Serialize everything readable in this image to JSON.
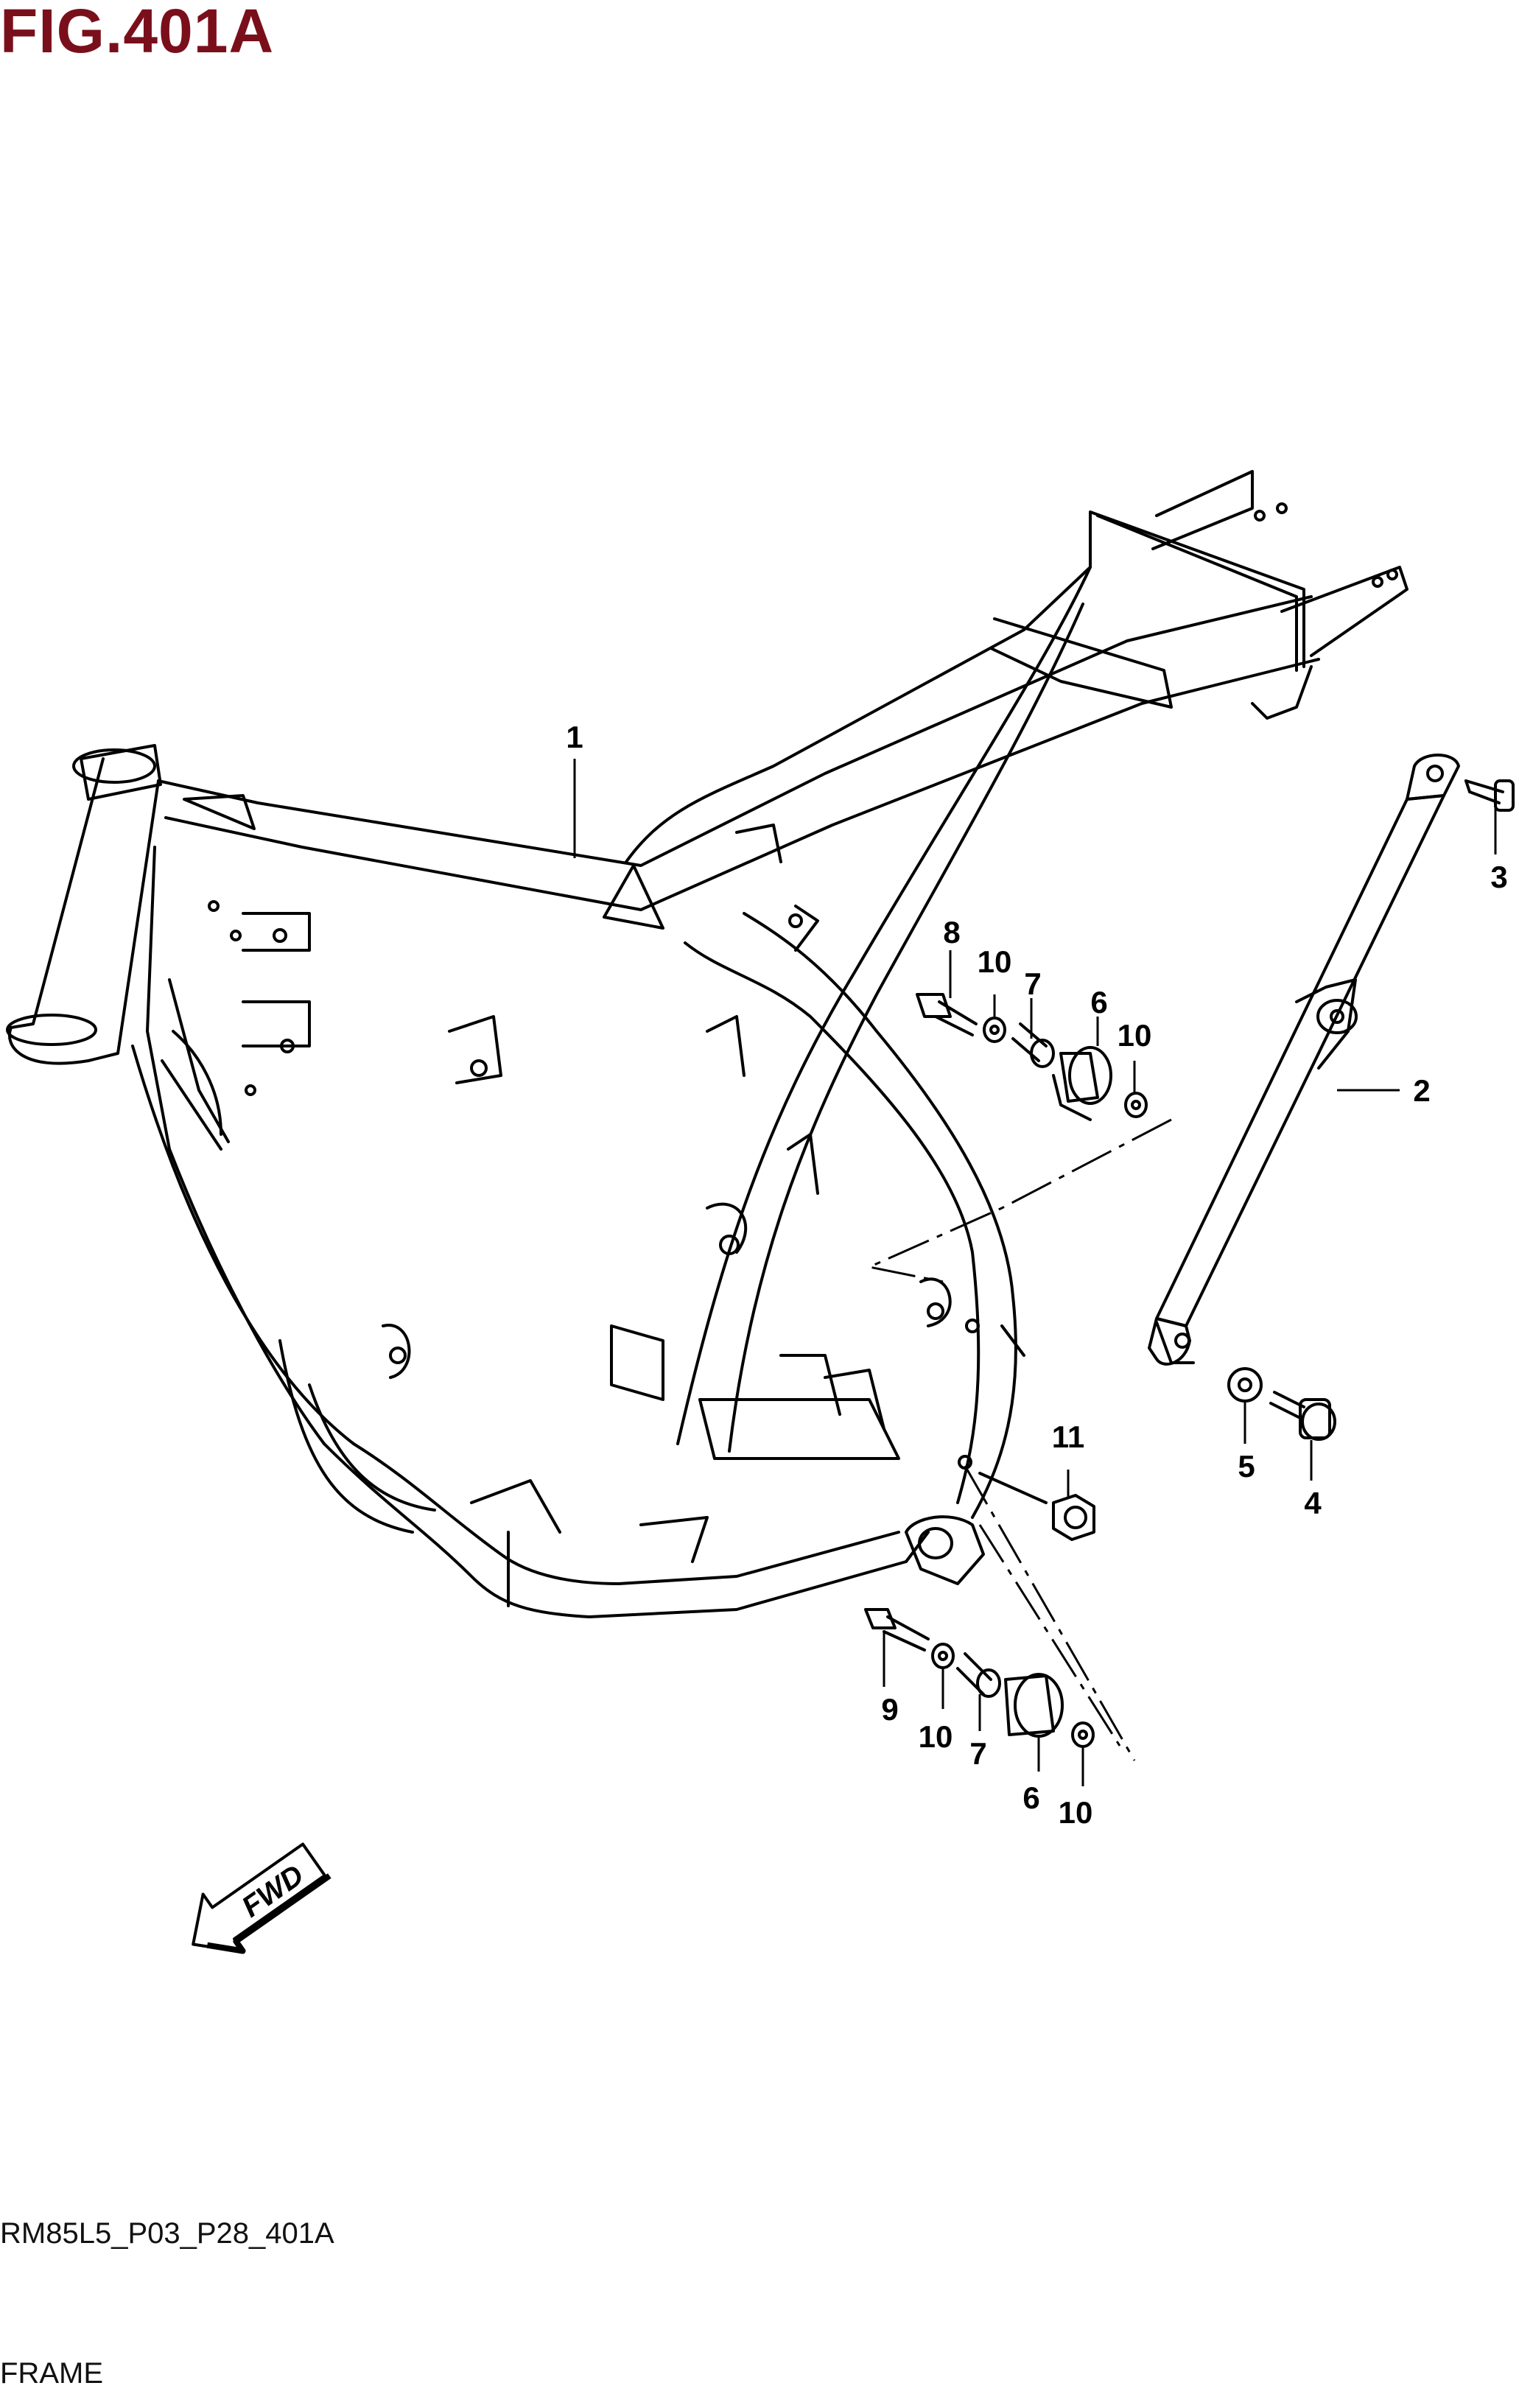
{
  "figure": {
    "title": "FIG.401A",
    "title_color": "#7a0f1c",
    "fwd_label": "FWD"
  },
  "callouts": [
    "1",
    "2",
    "3",
    "4",
    "5",
    "6",
    "7",
    "8",
    "9",
    "10",
    "11"
  ],
  "callout_labels": [
    {
      "id": "c1",
      "text": "1"
    },
    {
      "id": "c2",
      "text": "2"
    },
    {
      "id": "c3",
      "text": "3"
    },
    {
      "id": "c4",
      "text": "4"
    },
    {
      "id": "c5",
      "text": "5"
    },
    {
      "id": "c6a",
      "text": "6"
    },
    {
      "id": "c6b",
      "text": "6"
    },
    {
      "id": "c7a",
      "text": "7"
    },
    {
      "id": "c7b",
      "text": "7"
    },
    {
      "id": "c8",
      "text": "8"
    },
    {
      "id": "c9",
      "text": "9"
    },
    {
      "id": "c10a",
      "text": "10"
    },
    {
      "id": "c10b",
      "text": "10"
    },
    {
      "id": "c10c",
      "text": "10"
    },
    {
      "id": "c10d",
      "text": "10"
    },
    {
      "id": "c11",
      "text": "11"
    }
  ],
  "footer": {
    "code": "RM85L5_P03_P28_401A",
    "name": "FRAME"
  }
}
